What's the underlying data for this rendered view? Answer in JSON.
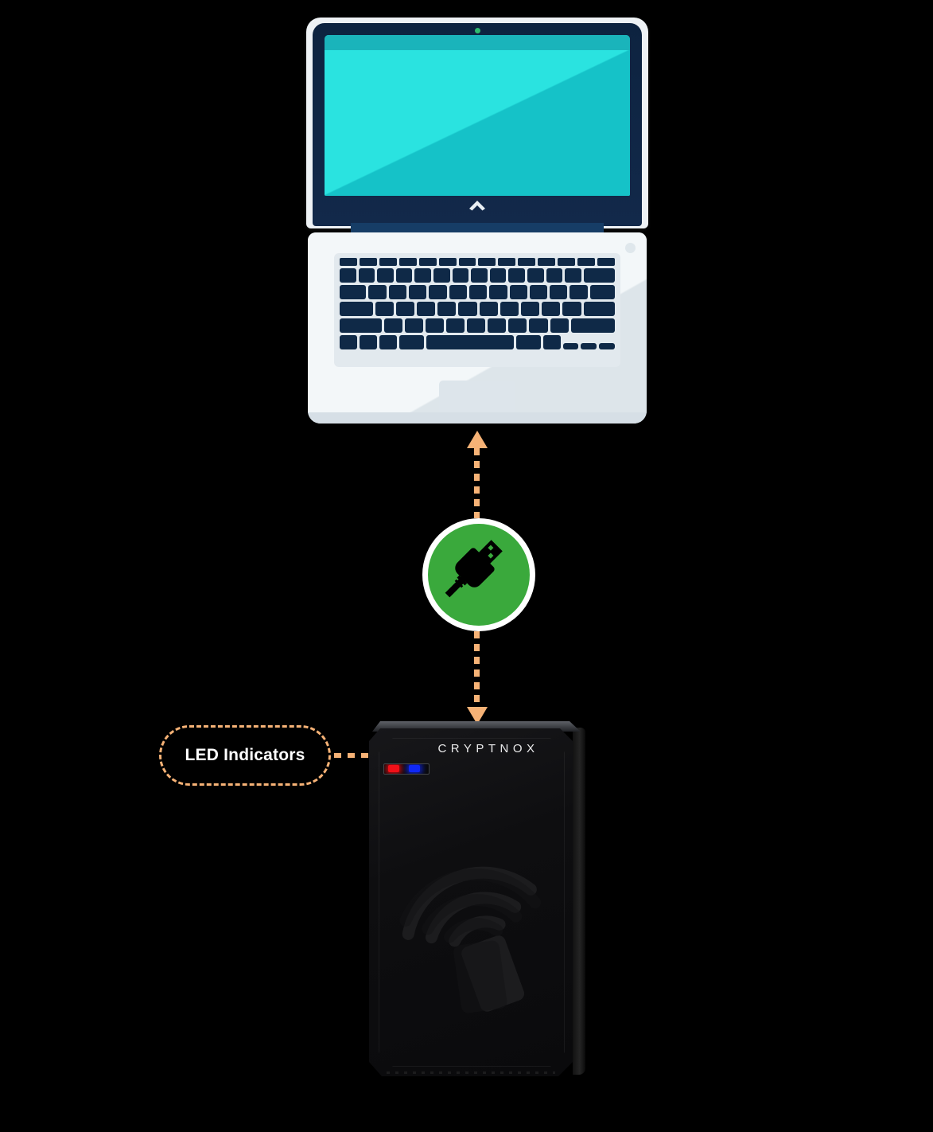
{
  "diagram": {
    "title": "Cryptnox card reader USB connection diagram",
    "background_color": "#000000",
    "accent_color": "#f6b276"
  },
  "laptop": {
    "name": "laptop",
    "screen_color": "#17c7ca",
    "bezel_color": "#12294a",
    "body_color": "#eaf0f4",
    "webcam_color": "#2fba6e",
    "logo_icon": "chevron-up-icon",
    "keyboard_rows": [
      {
        "keys": 14,
        "height": "function"
      },
      {
        "keys": 14,
        "height": "number"
      },
      {
        "keys": 14,
        "height": "top"
      },
      {
        "keys": 13,
        "height": "home"
      },
      {
        "keys": 12,
        "height": "shift"
      },
      {
        "keys": 9,
        "height": "bottom"
      }
    ]
  },
  "usb_badge": {
    "name": "usb-connection-badge",
    "icon": "usb-plug-icon",
    "circle_color": "#3aa93c",
    "ring_color": "#ffffff",
    "glyph_color": "#000000"
  },
  "arrows": {
    "upper": {
      "name": "arrow-reader-to-laptop",
      "direction": "up",
      "style": "dashed",
      "color": "#f6b276"
    },
    "lower": {
      "name": "arrow-usb-to-reader",
      "direction": "down",
      "style": "dashed",
      "color": "#f6b276"
    }
  },
  "callout": {
    "name": "led-indicators-callout",
    "label": "LED Indicators",
    "border_color": "#f6b276",
    "border_style": "dashed",
    "text_color": "#ffffff"
  },
  "reader": {
    "name": "cryptnox-card-reader",
    "brand": "CRYPTNOX",
    "brand_color": "#e9e9ea",
    "body_color": "#0e0e10",
    "bevel_color": "#5e6168",
    "nfc_icon": "contactless-nfc-icon",
    "leds": [
      {
        "name": "led-red",
        "color": "#f01018"
      },
      {
        "name": "led-blue",
        "color": "#1028f5"
      }
    ]
  }
}
